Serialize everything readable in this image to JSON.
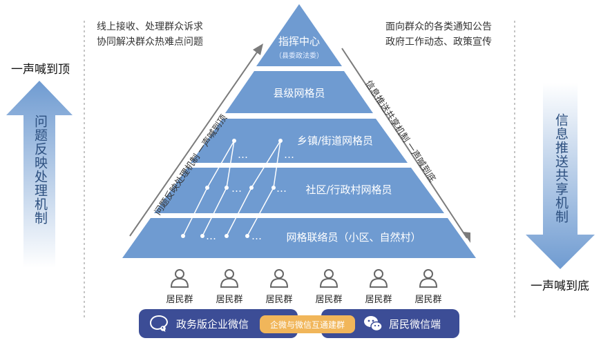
{
  "left_title": "一声喊到顶",
  "left_arrow_text": "问题反映处理机制",
  "right_title": "一声喊到底",
  "right_arrow_text": "信息推送共享机制",
  "left_note": [
    "线上接收、处理群众诉求",
    "协同解决群众热难点问题"
  ],
  "right_note": [
    "面向群众的各类通知公告",
    "政府工作动态、政策宣传"
  ],
  "left_slant": "问题反映处理机制  一声喊到顶",
  "right_slant": "信息推送共享机制  一声喊到底",
  "apex": {
    "label": "指挥中心",
    "sub": "（县委政法委）"
  },
  "tiers": [
    "县级网格员",
    "乡镇/街道网格员",
    "社区/行政村网格员",
    "网格联络员（小区、自然村）"
  ],
  "ellipsis": "…",
  "residents": [
    "居民群",
    "居民群",
    "居民群",
    "居民群",
    "居民群",
    "居民群"
  ],
  "bottom": {
    "left": "政务版企业微信",
    "middle": "企微与微信互通建群",
    "right": "居民微信端"
  },
  "colors": {
    "pyramid": "#6f9bd1",
    "pill_left": "#3c4d96",
    "pill_right": "#3c4d96",
    "pill_middle": "#f1b65a",
    "arrow": "#6f9bd1"
  }
}
